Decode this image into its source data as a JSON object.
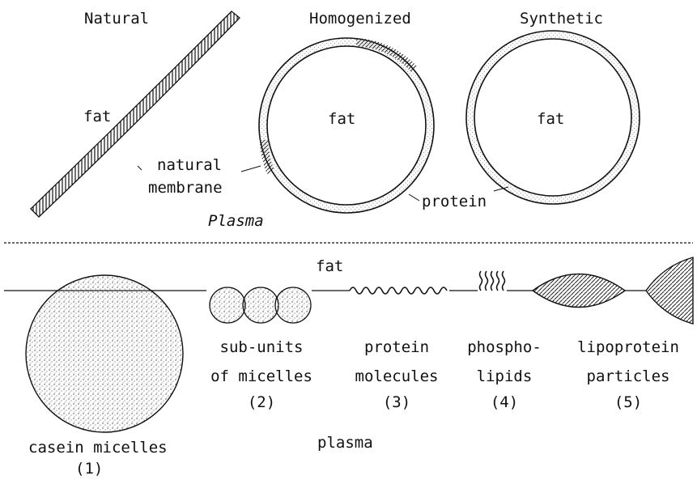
{
  "top": {
    "headings": [
      "Natural",
      "Homogenized",
      "Synthetic"
    ],
    "fat_label": "fat",
    "natural_membrane": [
      "natural",
      "membrane"
    ],
    "protein_label": "protein",
    "plasma_label": "Plasma"
  },
  "bottom": {
    "fat_label": "fat",
    "plasma_label": "plasma",
    "components": [
      {
        "lines": [
          "casein micelles"
        ],
        "number": "(1)"
      },
      {
        "lines": [
          "sub-units",
          "of micelles"
        ],
        "number": "(2)"
      },
      {
        "lines": [
          "protein",
          "molecules"
        ],
        "number": "(3)"
      },
      {
        "lines": [
          "phospho-",
          "lipids"
        ],
        "number": "(4)"
      },
      {
        "lines": [
          "lipoprotein",
          "particles"
        ],
        "number": "(5)"
      }
    ]
  }
}
